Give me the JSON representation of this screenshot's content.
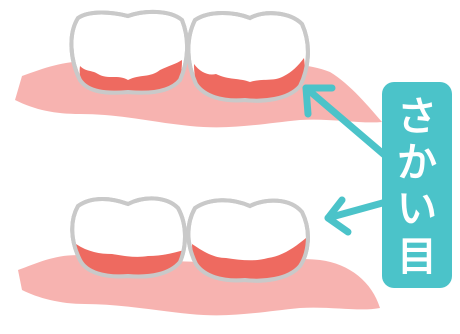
{
  "label": {
    "chars": [
      "さ",
      "か",
      "い",
      "目"
    ],
    "text": "さかい目"
  },
  "colors": {
    "gum": "#F7B3B0",
    "tooth_fill": "#FFFFFF",
    "tooth_outline": "#C9C9C9",
    "margin_red": "#EE6A60",
    "accent_teal": "#4BC3C9"
  },
  "illustration": {
    "upper_pair": {
      "teeth": 2
    },
    "lower_pair": {
      "teeth": 2
    }
  }
}
